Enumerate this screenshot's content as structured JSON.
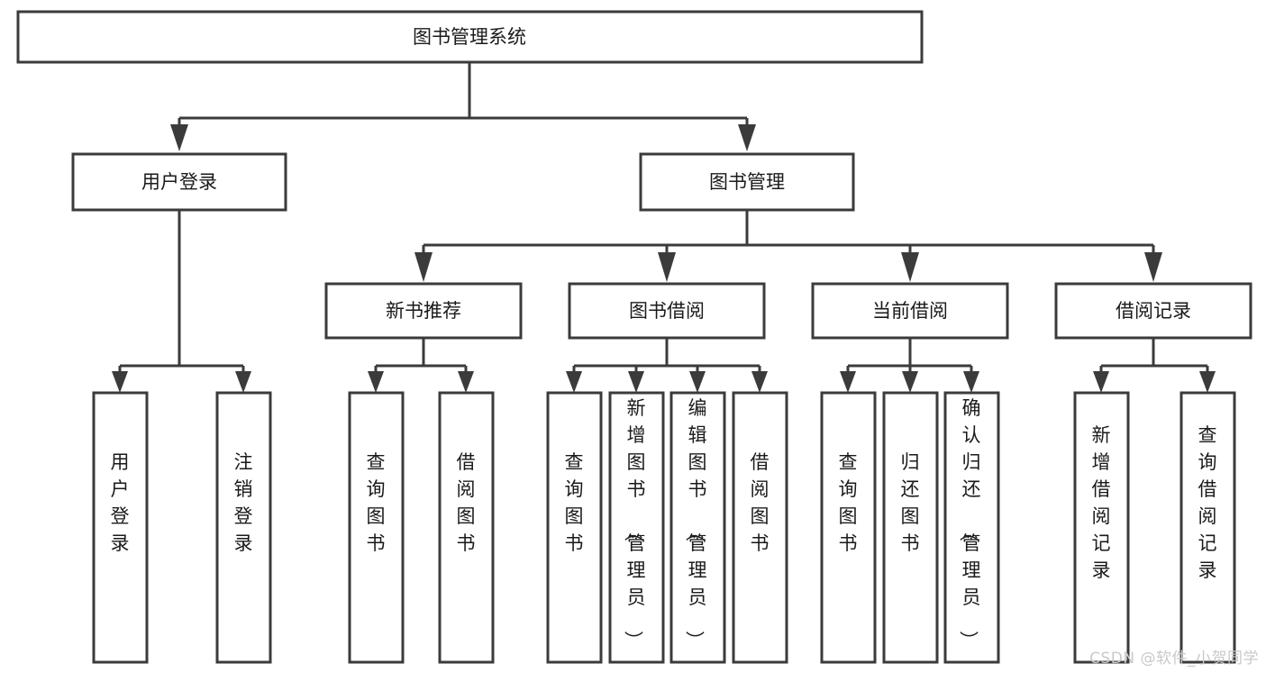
{
  "diagram": {
    "type": "tree-hierarchy",
    "title": "图书管理系统",
    "root": {
      "id": "root",
      "label": "图书管理系统"
    },
    "level2": [
      {
        "id": "user-login",
        "label": "用户登录"
      },
      {
        "id": "book-manage",
        "label": "图书管理"
      }
    ],
    "level3": [
      {
        "id": "new-book-recommend",
        "label": "新书推荐",
        "parent": "book-manage"
      },
      {
        "id": "book-borrow",
        "label": "图书借阅",
        "parent": "book-manage"
      },
      {
        "id": "current-borrow",
        "label": "当前借阅",
        "parent": "book-manage"
      },
      {
        "id": "borrow-record",
        "label": "借阅记录",
        "parent": "book-manage"
      }
    ],
    "leaves": {
      "user-login": [
        {
          "id": "leaf-user-login",
          "label": "用户登录"
        },
        {
          "id": "leaf-logout",
          "label": "注销登录"
        }
      ],
      "new-book-recommend": [
        {
          "id": "leaf-query-book-1",
          "label": "查询图书"
        },
        {
          "id": "leaf-borrow-book-1",
          "label": "借阅图书"
        }
      ],
      "book-borrow": [
        {
          "id": "leaf-query-book-2",
          "label": "查询图书"
        },
        {
          "id": "leaf-add-book",
          "label": "新增图书（管理员）"
        },
        {
          "id": "leaf-edit-book",
          "label": "编辑图书（管理员）"
        },
        {
          "id": "leaf-borrow-book-2",
          "label": "借阅图书"
        }
      ],
      "current-borrow": [
        {
          "id": "leaf-query-book-3",
          "label": "查询图书"
        },
        {
          "id": "leaf-return-book",
          "label": "归还图书"
        },
        {
          "id": "leaf-confirm-return",
          "label": "确认归还（管理员）"
        }
      ],
      "borrow-record": [
        {
          "id": "leaf-add-record",
          "label": "新增借阅记录"
        },
        {
          "id": "leaf-query-record",
          "label": "查询借阅记录"
        }
      ]
    }
  },
  "colors": {
    "stroke": "#3b3b3b",
    "fill": "#ffffff",
    "text": "#1a1a1a",
    "watermark": "#c9c9c9"
  },
  "watermark": {
    "text": "CSDN @软件_小贺同学"
  }
}
